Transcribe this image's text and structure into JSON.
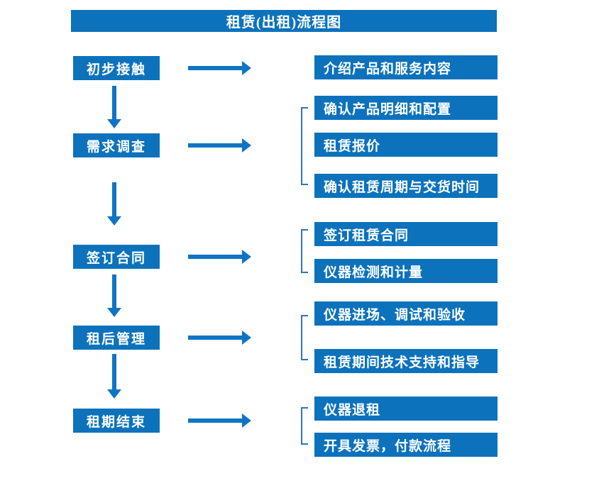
{
  "title": "租赁(出租)流程图",
  "colors": {
    "box_blue": "#0C72BC",
    "arrow_blue": "#1074C4",
    "bracket_blue": "#2E75B6",
    "text_white": "#FFFFFF"
  },
  "flow": [
    {
      "step": "初步接触",
      "outputs": [
        "介绍产品和服务内容"
      ]
    },
    {
      "step": "需求调查",
      "outputs": [
        "确认产品明细和配置",
        "租赁报价",
        "确认租赁周期与交货时间"
      ]
    },
    {
      "step": "签订合同",
      "outputs": [
        "签订租赁合同",
        "仪器检测和计量"
      ]
    },
    {
      "step": "租后管理",
      "outputs": [
        "仪器进场、调试和验收",
        "租赁期间技术支持和指导"
      ]
    },
    {
      "step": "租期结束",
      "outputs": [
        "仪器退租",
        "开具发票，付款流程"
      ]
    }
  ]
}
